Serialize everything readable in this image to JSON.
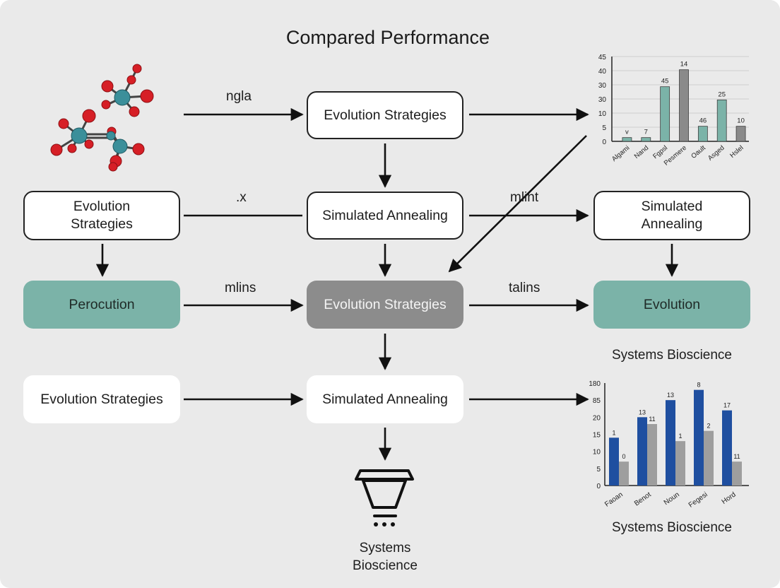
{
  "title": "Compared Performance",
  "colors": {
    "background": "#eaeaea",
    "teal": "#7bb3a8",
    "grey_box": "#8c8c8c",
    "bar_blue": "#1f4fa0",
    "bar_grey": "#9e9e9e",
    "bar_teal": "#7bb3a8",
    "bar_dark": "#8a8a8a"
  },
  "icons": {
    "molecule": "molecule-icon",
    "funnel": "funnel-cart-icon"
  },
  "nodes": {
    "es_top": "Evolution Strategies",
    "sa_mid": "Simulated Annealing",
    "es_left": "Evolution\nStrategies",
    "sa_right": "Simulated\nAnnealing",
    "perocution": "Perocution",
    "es_center": "Evolution Strategies",
    "evolution_right": "Evolution",
    "es_bottom_left": "Evolution Strategies",
    "sa_bottom": "Simulated Annealing"
  },
  "edge_labels": {
    "ngla": "ngla",
    "x": ".x",
    "mlint": "mlint",
    "mlins": "mlins",
    "talins": "talins"
  },
  "captions": {
    "systems_right_top": "Systems Bioscience",
    "systems_right_bottom": "Systems Bioscience",
    "systems_bottom": "Systems\nBioscience"
  },
  "chart_data": [
    {
      "type": "bar",
      "categories": [
        "Algami",
        "Nand",
        "Fgpsl",
        "Pesmere",
        "Oault",
        "Asged",
        "Hslel"
      ],
      "values": [
        2,
        2,
        29,
        38,
        8,
        22,
        8
      ],
      "data_labels": [
        "v",
        "7",
        "45",
        "14",
        "46",
        "25",
        "10"
      ],
      "yticks": [
        "0",
        "5",
        "10",
        "30",
        "30",
        "40",
        "45"
      ],
      "bar_colors": [
        "teal",
        "teal",
        "teal",
        "dark",
        "teal",
        "teal",
        "dark"
      ],
      "ylim": [
        0,
        45
      ],
      "grid": true
    },
    {
      "type": "bar",
      "categories": [
        "Faoan",
        "Benot",
        "Noun",
        "Fegesi",
        "Hord"
      ],
      "series": [
        {
          "values": [
            14,
            20,
            25,
            28,
            22
          ],
          "data_labels": [
            "1",
            "13",
            "13",
            "8",
            "17"
          ]
        },
        {
          "values": [
            7,
            18,
            13,
            16,
            7
          ],
          "data_labels": [
            "0",
            "11",
            "1",
            "2",
            "11"
          ]
        }
      ],
      "yticks": [
        "0",
        "5",
        "10",
        "15",
        "20",
        "85",
        "180"
      ],
      "ylim": [
        0,
        30
      ],
      "grid": false
    }
  ]
}
